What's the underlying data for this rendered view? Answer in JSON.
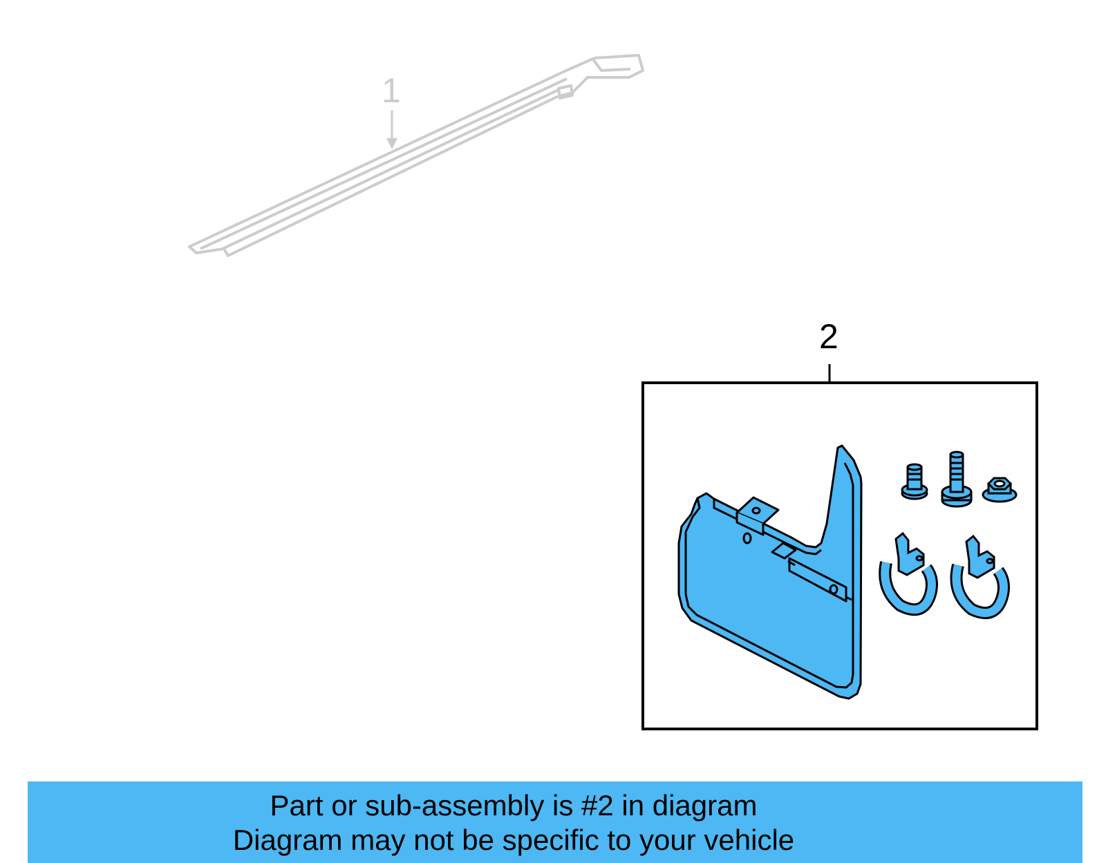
{
  "colors": {
    "ghost_line": "#cccccc",
    "part_fill": "#4db8f3",
    "outline": "#000000",
    "banner_bg": "#4db8f3"
  },
  "callouts": {
    "one": "1",
    "two": "2"
  },
  "banner": {
    "line1": "Part or sub-assembly is #2 in diagram",
    "line2": "Diagram may not be specific to your vehicle"
  }
}
